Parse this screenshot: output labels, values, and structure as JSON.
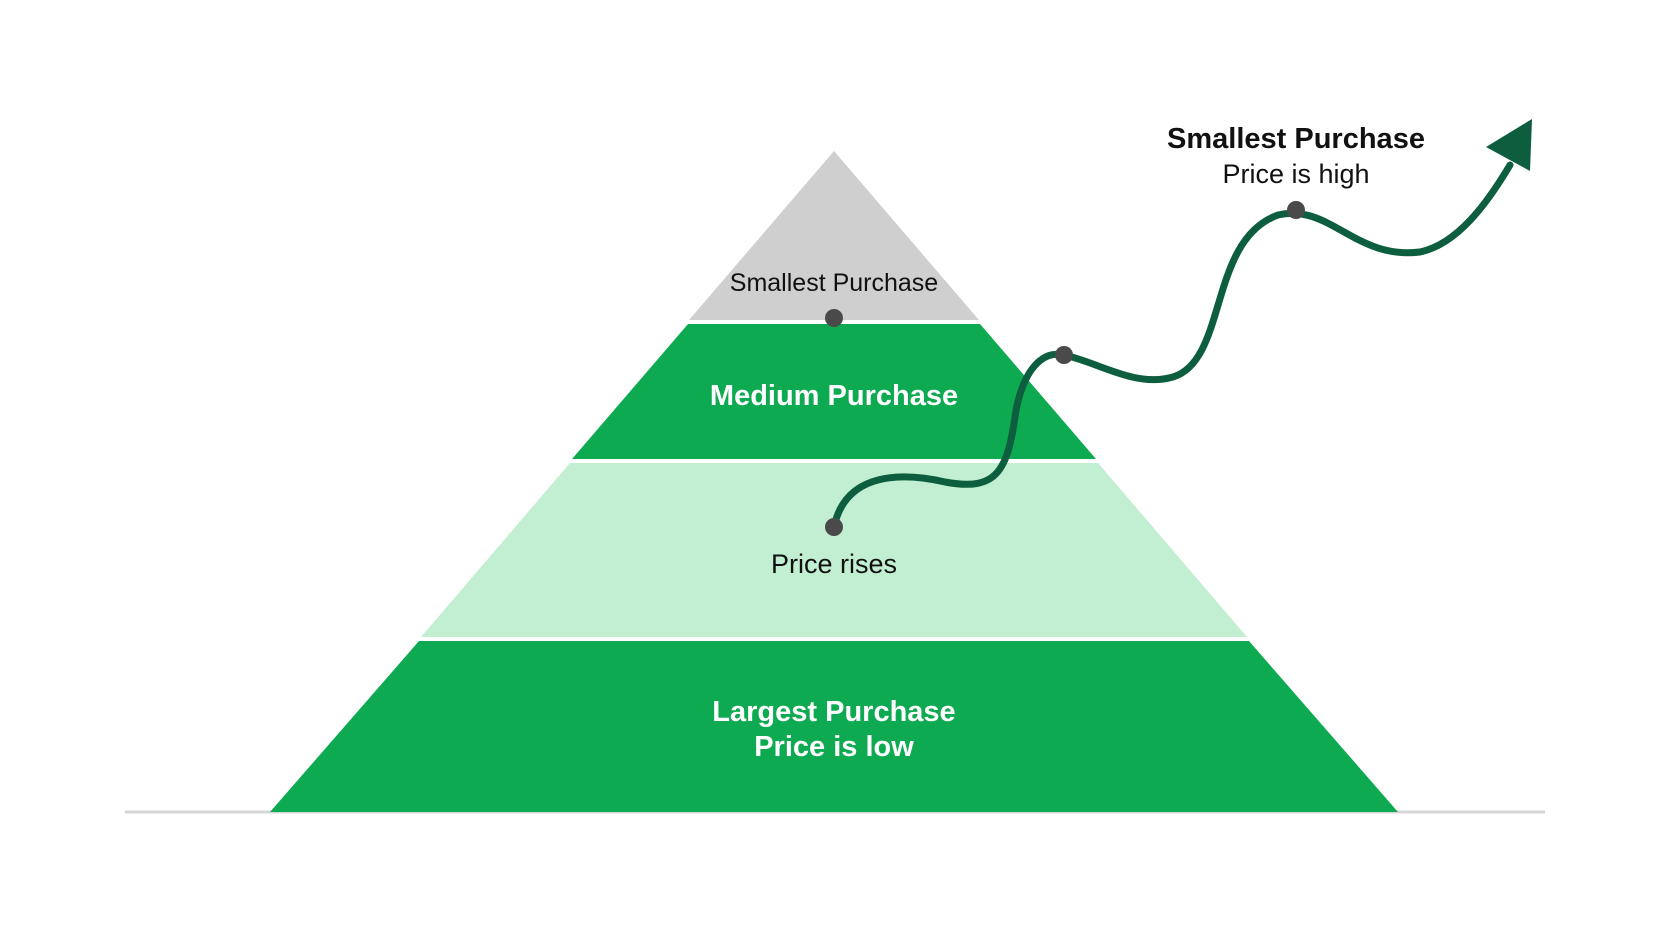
{
  "pyramid": {
    "tiers": [
      {
        "id": "top",
        "label": "Smallest Purchase",
        "color": "#cfcfcf"
      },
      {
        "id": "medium",
        "label": "Medium Purchase",
        "color": "#0eaa52"
      },
      {
        "id": "price",
        "label": "Price rises",
        "color": "#c2eed2"
      },
      {
        "id": "bottom",
        "label": "Largest Purchase",
        "sublabel": "Price is low",
        "color": "#0eaa52"
      }
    ]
  },
  "callout": {
    "title": "Smallest Purchase",
    "subtitle": "Price is high"
  },
  "colors": {
    "curve": "#0c5e3e",
    "marker": "#4a4a4a",
    "text_dark": "#111111",
    "text_light": "#ffffff",
    "baseline": "#d6d6d6"
  },
  "icons": {
    "curve_head": "arrow-head-icon"
  }
}
